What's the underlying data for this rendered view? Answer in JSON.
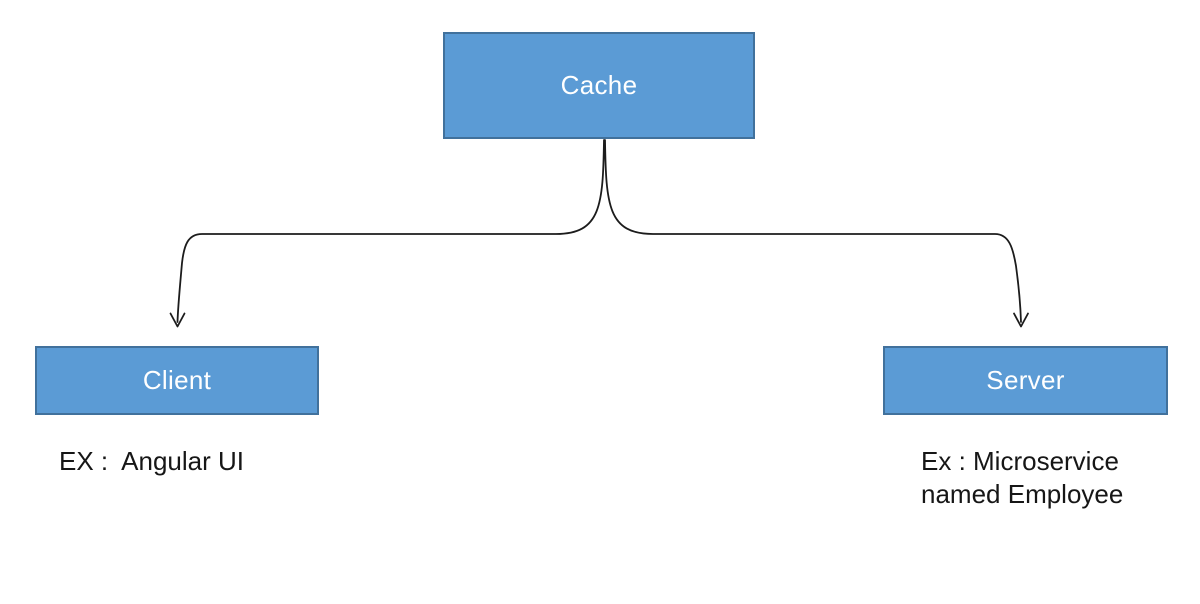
{
  "colors": {
    "node_fill": "#5b9bd5",
    "node_border": "#41719c",
    "node_text": "#ffffff",
    "connector": "#1c1c1c",
    "label_text": "#161616",
    "background": "#ffffff"
  },
  "diagram": {
    "nodes": [
      {
        "id": "cache",
        "label": "Cache"
      },
      {
        "id": "client",
        "label": "Client",
        "example": "EX :  Angular UI"
      },
      {
        "id": "server",
        "label": "Server",
        "example": "Ex : Microservice\nnamed Employee"
      }
    ],
    "edges": [
      {
        "from": "cache",
        "to": "client",
        "arrow": "open-v-arrowhead"
      },
      {
        "from": "cache",
        "to": "server",
        "arrow": "open-v-arrowhead"
      }
    ]
  }
}
